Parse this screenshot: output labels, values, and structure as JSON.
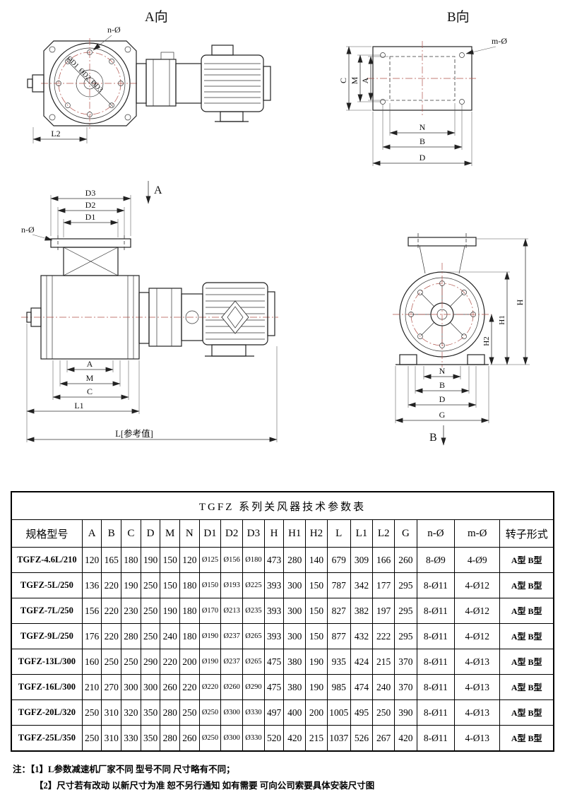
{
  "drawings": {
    "view_a": {
      "title": "A向",
      "n_label": "n-Ø",
      "d1": "ØD1",
      "d2": "ØD2",
      "d3": "ØD3",
      "l2": "L2"
    },
    "view_b": {
      "title": "B向",
      "m_label": "m-Ø",
      "dim_c": "C",
      "dim_m": "M",
      "dim_a": "A",
      "dim_n": "N",
      "dim_b": "B",
      "dim_d": "D"
    },
    "front": {
      "section_mark": "A",
      "dim_d3": "D3",
      "dim_d2": "D2",
      "dim_d1": "D1",
      "n_label": "n-Ø",
      "dim_a": "A",
      "dim_m": "M",
      "dim_c": "C",
      "dim_l1": "L1",
      "dim_l": "L[参考值]"
    },
    "side": {
      "dim_h": "H",
      "dim_h1": "H1",
      "dim_h2": "H2",
      "dim_n": "N",
      "dim_b": "B",
      "dim_d": "D",
      "dim_g": "G",
      "view_mark": "B"
    }
  },
  "table": {
    "title": "TGFZ 系列关风器技术参数表",
    "headers": [
      "规格型号",
      "A",
      "B",
      "C",
      "D",
      "M",
      "N",
      "D1",
      "D2",
      "D3",
      "H",
      "H1",
      "H2",
      "L",
      "L1",
      "L2",
      "G",
      "n-Ø",
      "m-Ø",
      "转子形式"
    ],
    "rows": [
      [
        "TGFZ-4.6L/210",
        "120",
        "165",
        "180",
        "190",
        "150",
        "120",
        "Ø125",
        "Ø156",
        "Ø180",
        "473",
        "280",
        "140",
        "679",
        "309",
        "166",
        "260",
        "8-Ø9",
        "4-Ø9",
        "A型 B型"
      ],
      [
        "TGFZ-5L/250",
        "136",
        "220",
        "190",
        "250",
        "150",
        "180",
        "Ø150",
        "Ø193",
        "Ø225",
        "393",
        "300",
        "150",
        "787",
        "342",
        "177",
        "295",
        "8-Ø11",
        "4-Ø12",
        "A型 B型"
      ],
      [
        "TGFZ-7L/250",
        "156",
        "220",
        "230",
        "250",
        "190",
        "180",
        "Ø170",
        "Ø213",
        "Ø235",
        "393",
        "300",
        "150",
        "827",
        "382",
        "197",
        "295",
        "8-Ø11",
        "4-Ø12",
        "A型 B型"
      ],
      [
        "TGFZ-9L/250",
        "176",
        "220",
        "280",
        "250",
        "240",
        "180",
        "Ø190",
        "Ø237",
        "Ø265",
        "393",
        "300",
        "150",
        "877",
        "432",
        "222",
        "295",
        "8-Ø11",
        "4-Ø12",
        "A型 B型"
      ],
      [
        "TGFZ-13L/300",
        "160",
        "250",
        "250",
        "290",
        "220",
        "200",
        "Ø190",
        "Ø237",
        "Ø265",
        "475",
        "380",
        "190",
        "935",
        "424",
        "215",
        "370",
        "8-Ø11",
        "4-Ø13",
        "A型 B型"
      ],
      [
        "TGFZ-16L/300",
        "210",
        "270",
        "300",
        "300",
        "260",
        "220",
        "Ø220",
        "Ø260",
        "Ø290",
        "475",
        "380",
        "190",
        "985",
        "474",
        "240",
        "370",
        "8-Ø11",
        "4-Ø13",
        "A型 B型"
      ],
      [
        "TGFZ-20L/320",
        "250",
        "310",
        "320",
        "350",
        "280",
        "250",
        "Ø250",
        "Ø300",
        "Ø330",
        "497",
        "400",
        "200",
        "1005",
        "495",
        "250",
        "390",
        "8-Ø11",
        "4-Ø13",
        "A型 B型"
      ],
      [
        "TGFZ-25L/350",
        "250",
        "310",
        "330",
        "350",
        "280",
        "260",
        "Ø250",
        "Ø300",
        "Ø330",
        "520",
        "420",
        "215",
        "1037",
        "526",
        "267",
        "420",
        "8-Ø11",
        "4-Ø13",
        "A型 B型"
      ]
    ]
  },
  "notes": {
    "line1": "注：【1】L参数减速机厂家不同 型号不同 尺寸略有不同；",
    "line2": "【2】尺寸若有改动 以新尺寸为准 恕不另行通知 如有需要 可向公司索要具体安装尺寸图"
  }
}
